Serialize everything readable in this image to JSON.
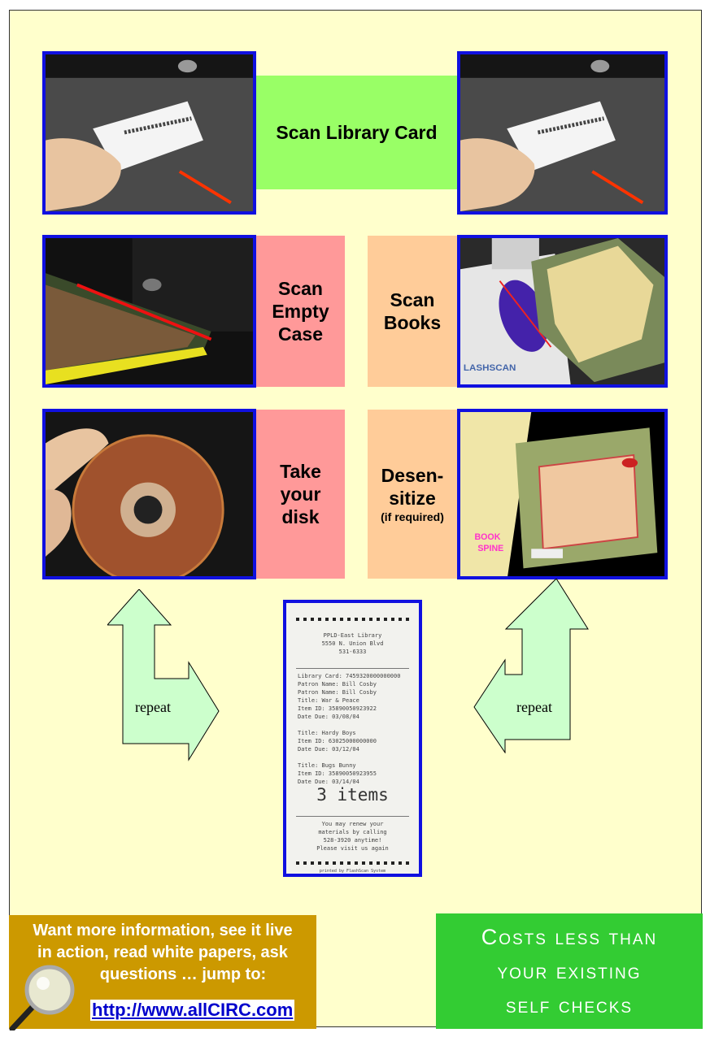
{
  "steps": {
    "scan_card": "Scan Library Card",
    "scan_case_lines": [
      "Scan",
      "Empty",
      "Case"
    ],
    "scan_books_lines": [
      "Scan",
      "Books"
    ],
    "take_disk_lines": [
      "Take",
      "your",
      "disk"
    ],
    "desensitize_lines": [
      "Desen-",
      "sitize"
    ],
    "desensitize_note": "(if required)"
  },
  "repeat_left": "repeat",
  "repeat_right": "repeat",
  "photo_labels": {
    "flashscan": "LASHSCAN",
    "book_spine_1": "BOOK",
    "book_spine_2": "SPINE"
  },
  "receipt": {
    "header": [
      "PPLD-East Library",
      "5550 N. Union Blvd",
      "531-6333"
    ],
    "block1": [
      "Library Card: 7459320000000000",
      "Patron Name: Bill Cosby",
      "Patron Name: Bill Cosby",
      "Title: War & Peace",
      "Item ID: 35890050923922",
      "Date Due: 03/08/04"
    ],
    "block2": [
      "Title: Hardy Boys",
      "Item ID: 63025000000000",
      "Date Due: 03/12/04"
    ],
    "block3": [
      "Title: Bugs Bunny",
      "Item ID: 35890050923955",
      "Date Due: 03/14/04"
    ],
    "total": "3 items",
    "footer": [
      "You may renew your",
      "materials by calling",
      "528-3920 anytime!",
      "Please visit us again"
    ],
    "printed_by": "printed by FlashScan System"
  },
  "info": {
    "lines": [
      "Want more information, see it live",
      "in action, read white papers, ask",
      "questions … jump to:"
    ],
    "link": "http://www.allCIRC.com"
  },
  "cost": {
    "lines": [
      "Costs less than",
      "your existing",
      "self checks"
    ]
  },
  "colors": {
    "panel": "#ffffcc",
    "photo_border": "#1010e0",
    "green_label": "#99ff66",
    "pink_label": "#ff9999",
    "peach_label": "#ffcc99",
    "arrow_fill": "#ccffcc",
    "info_bg": "#cc9900",
    "cost_bg": "#33cc33"
  }
}
